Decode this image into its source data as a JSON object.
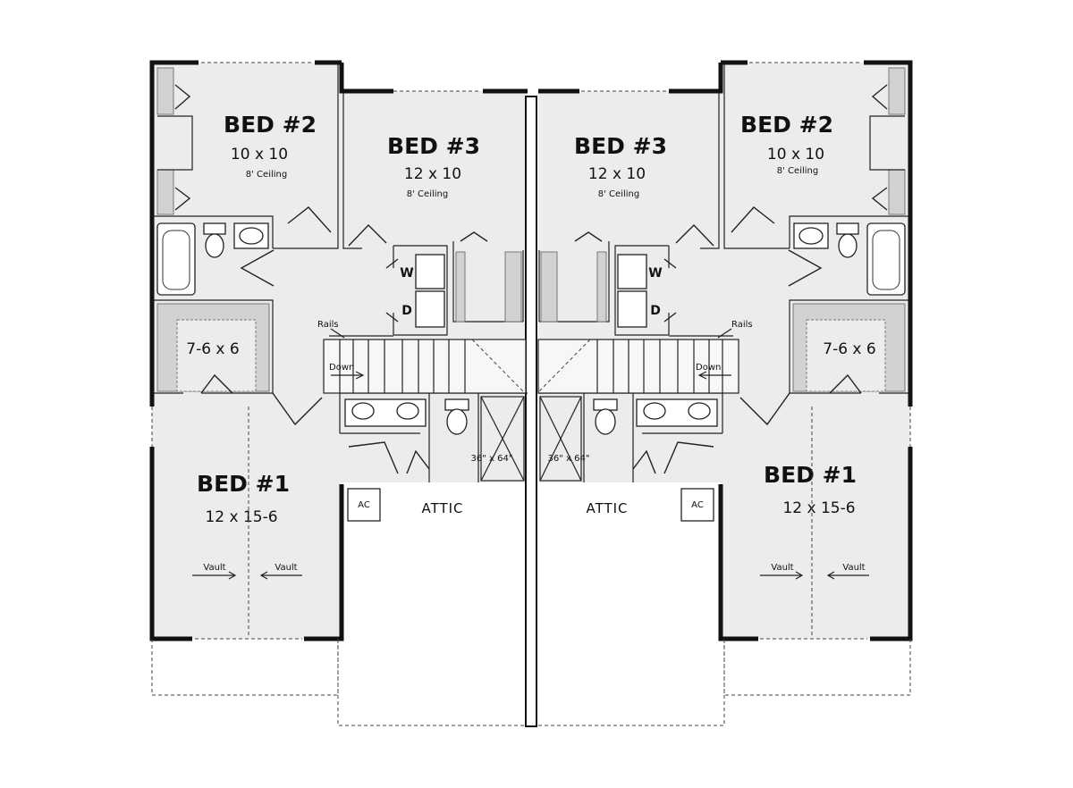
{
  "unit_left": {
    "bed2": {
      "name": "BED #2",
      "size": "10 x 10",
      "ceiling": "8' Ceiling"
    },
    "bed3": {
      "name": "BED #3",
      "size": "12 x 10",
      "ceiling": "8' Ceiling"
    },
    "bed1": {
      "name": "BED #1",
      "size": "12 x 15-6"
    },
    "closet": "7-6 x 6",
    "rails": "Rails",
    "down": "Down",
    "attic_access": "36\" x 64\"",
    "attic": "ATTIC",
    "ac": "AC",
    "vault_left": "Vault",
    "vault_right": "Vault",
    "washer": "W",
    "dryer": "D"
  },
  "unit_right": {
    "bed2": {
      "name": "BED #2",
      "size": "10 x 10",
      "ceiling": "8' Ceiling"
    },
    "bed3": {
      "name": "BED #3",
      "size": "12 x 10",
      "ceiling": "8' Ceiling"
    },
    "bed1": {
      "name": "BED #1",
      "size": "12 x 15-6"
    },
    "closet": "7-6 x 6",
    "rails": "Rails",
    "down": "Down",
    "attic_access": "36\" x 64\"",
    "attic": "ATTIC",
    "ac": "AC",
    "vault_left": "Vault",
    "vault_right": "Vault",
    "washer": "W",
    "dryer": "D"
  },
  "colors": {
    "floor": "#ececec",
    "wall": "#111111",
    "closet": "#d2d2d2"
  }
}
